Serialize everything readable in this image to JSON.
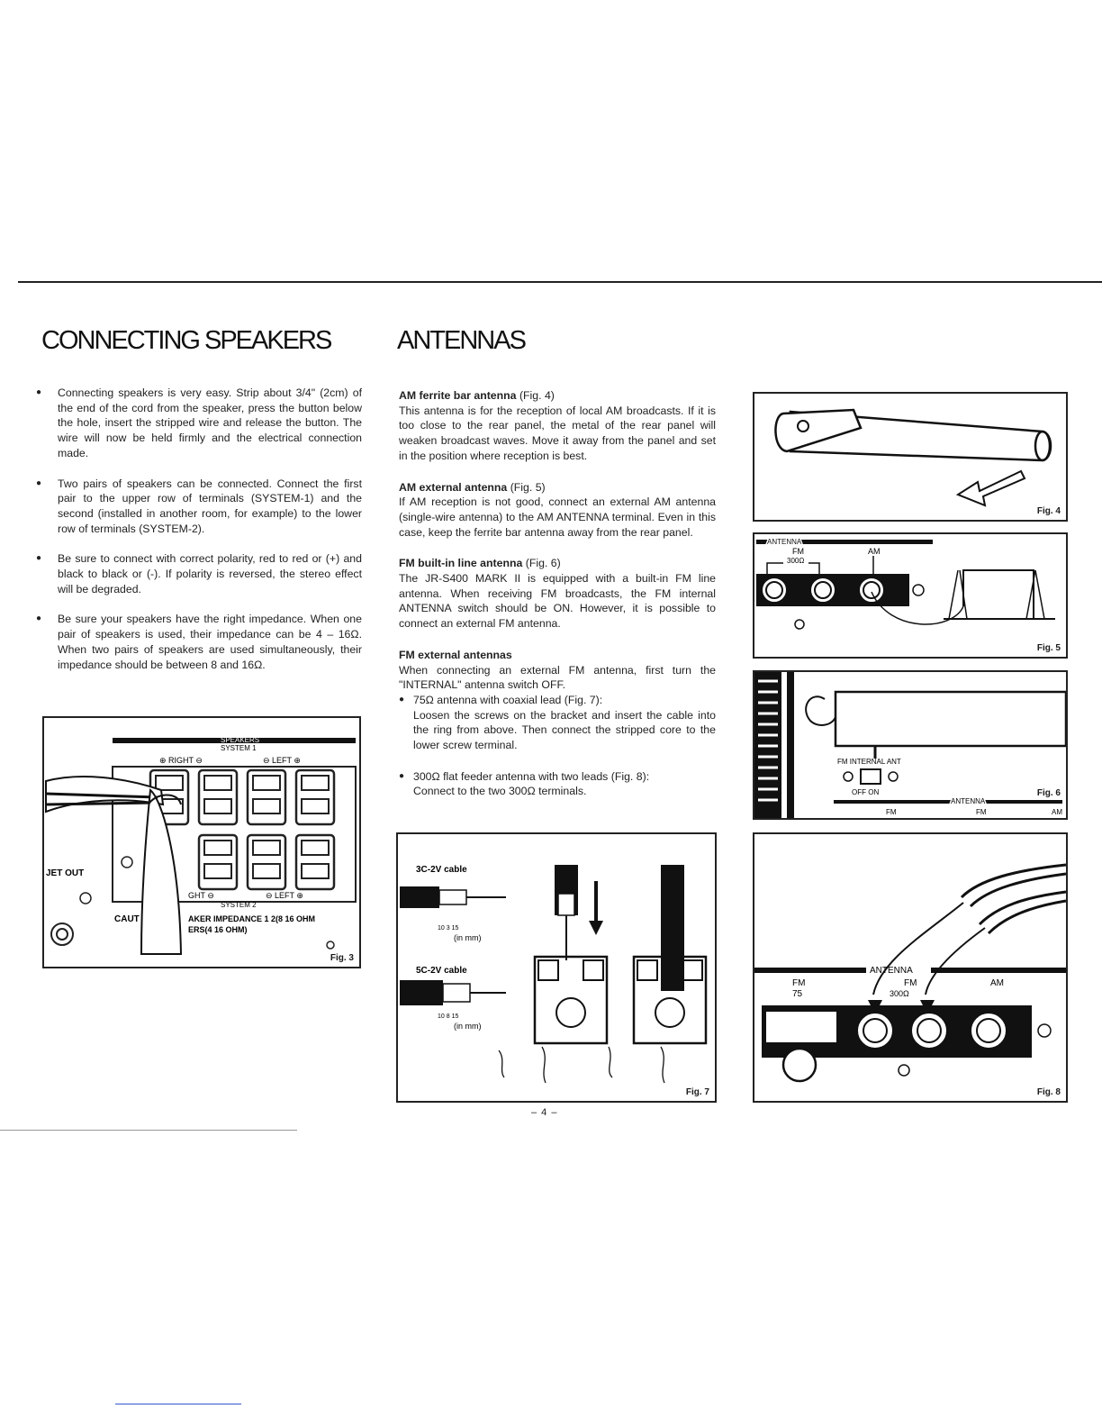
{
  "headings": {
    "left": "CONNECTING SPEAKERS",
    "right": "ANTENNAS"
  },
  "speakers": {
    "bullets": [
      "Connecting speakers is very easy. Strip about 3/4\" (2cm) of the end of the cord from the speaker, press the button below the hole, insert the stripped wire and release the button. The wire will now be held firmly and the electrical connection made.",
      "Two pairs of speakers can be connected. Connect the first pair to the upper row of terminals (SYSTEM-1) and the second (installed in another room, for example) to the lower row of terminals (SYSTEM-2).",
      "Be sure to connect with correct polarity, red to red or (+) and black to black or (-). If polarity is reversed, the stereo effect will be degraded.",
      "Be sure your speakers have the right impedance. When one pair of speakers is used, their impedance can be 4 – 16Ω. When two pairs of speakers are used simultaneously, their impedance should be between 8 and 16Ω."
    ]
  },
  "antennas": {
    "am_ferrite": {
      "title": "AM ferrite bar antenna",
      "fig": "(Fig. 4)",
      "text": "This antenna is for the reception of local AM broadcasts. If it is too close to the rear panel, the metal of the rear panel will weaken broadcast waves. Move it away from the panel and set in the position where reception is best."
    },
    "am_external": {
      "title": "AM external antenna",
      "fig": "(Fig. 5)",
      "text": "If AM reception is not good, connect an external AM antenna (single-wire antenna) to the AM ANTENNA terminal. Even in this case, keep the ferrite bar antenna away from the rear panel."
    },
    "fm_builtin": {
      "title": "FM built-in line antenna",
      "fig": "(Fig. 6)",
      "text": "The JR-S400 MARK II is equipped with a built-in FM line antenna. When receiving FM broadcasts, the FM internal ANTENNA switch should be ON. However, it is possible to connect an external FM antenna."
    },
    "fm_external": {
      "title": "FM external antennas",
      "intro": "When connecting an external FM antenna, first turn the \"INTERNAL\" antenna switch OFF.",
      "items": [
        {
          "head": "75Ω antenna with coaxial lead (Fig. 7):",
          "body": "Loosen the screws on the bracket and insert the cable into the ring from above. Then connect the stripped core to the lower screw terminal."
        },
        {
          "head": "300Ω flat feeder antenna with two leads (Fig. 8):",
          "body": "Connect to the two 300Ω terminals."
        }
      ]
    }
  },
  "figures": {
    "fig3": {
      "caption": "Fig. 3",
      "speakers_label": "SPEAKERS",
      "system1": "SYSTEM 1",
      "system2": "SYSTEM 2",
      "right_label": "⊕ RIGHT ⊖",
      "left_label": "⊖ LEFT ⊕",
      "right2_label": "GHT ⊖",
      "left2_label": "⊖ LEFT ⊕",
      "jet_out": "JET OUT",
      "caut": "CAUT",
      "impedance1": "AKER IMPEDANCE 1 2(8 16 OHM",
      "impedance2": "ERS(4 16 OHM)"
    },
    "fig4": {
      "caption": "Fig. 4"
    },
    "fig5": {
      "caption": "Fig. 5",
      "antenna": "ANTENNA",
      "fm": "FM",
      "am": "AM",
      "ohm": "300Ω"
    },
    "fig6": {
      "caption": "Fig. 6",
      "switch_label": "FM INTERNAL ANT",
      "off_on": "OFF ON",
      "antenna": "ANTENNA",
      "fm1": "FM",
      "fm2": "FM",
      "am": "AM"
    },
    "fig7": {
      "caption": "Fig. 7",
      "cable1": "3C-2V cable",
      "cable2": "5C-2V cable",
      "dims1": "10  3   15",
      "dims2": "10  8   15",
      "unit": "(in mm)"
    },
    "fig8": {
      "caption": "Fig. 8",
      "antenna": "ANTENNA",
      "fm75": "FM",
      "val75": "75",
      "fm300": "FM",
      "ohm": "300Ω",
      "am": "AM"
    }
  },
  "page_number": "– 4 –"
}
